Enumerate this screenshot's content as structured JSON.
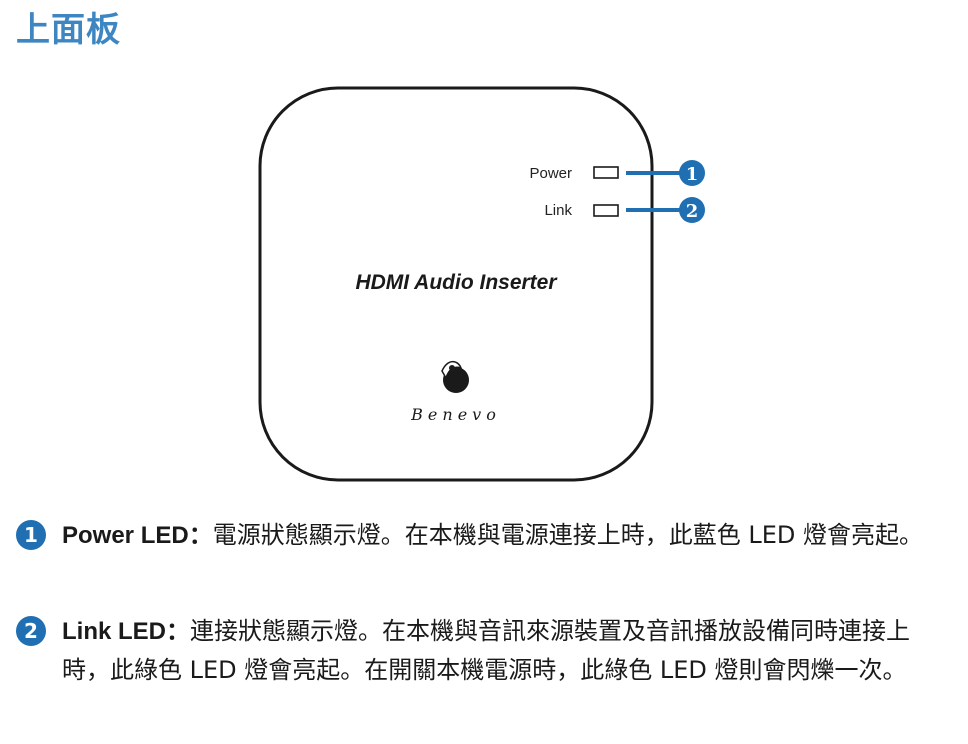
{
  "page": {
    "title": "上面板"
  },
  "device": {
    "product_name": "HDMI Audio Inserter",
    "brand": "Benevo",
    "leds": [
      {
        "label": "Power",
        "callout": "1"
      },
      {
        "label": "Link",
        "callout": "2"
      }
    ]
  },
  "descriptions": [
    {
      "number": "1",
      "term": "Power LED：",
      "text": "電源狀態顯示燈。在本機與電源連接上時，此藍色 LED 燈會亮起。"
    },
    {
      "number": "2",
      "term": "Link LED：",
      "text": "連接狀態顯示燈。在本機與音訊來源裝置及音訊播放設備同時連接上時，此綠色 LED 燈會亮起。在開關本機電源時，此綠色 LED 燈則會閃爍一次。"
    }
  ],
  "colors": {
    "title": "#3d86c2",
    "callout": "#1f6fb2",
    "outline": "#1a1a1a"
  }
}
